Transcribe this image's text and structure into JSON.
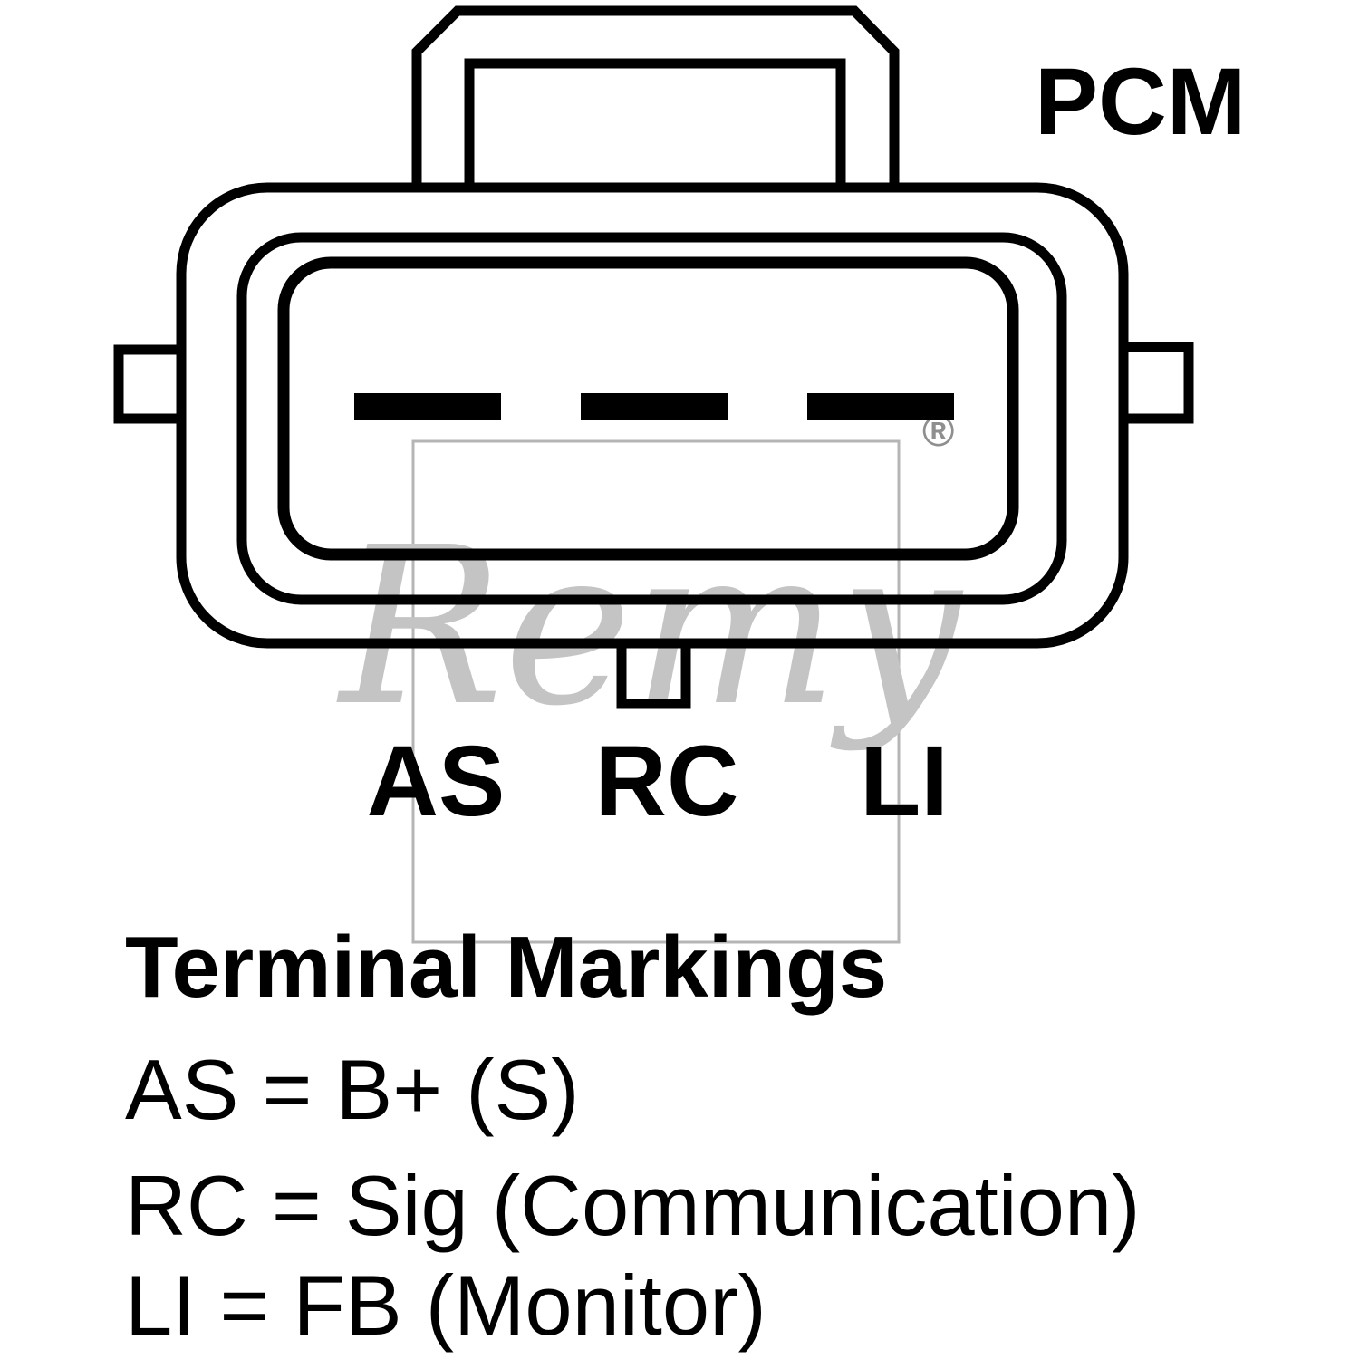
{
  "diagram": {
    "connector_label": "PCM",
    "terminal_labels": [
      "AS",
      "RC",
      "LI"
    ],
    "legend": {
      "title": "Terminal Markings",
      "entries": [
        "AS = B+ (S)",
        "RC = Sig (Communication)",
        "LI = FB (Monitor)"
      ]
    },
    "watermark": {
      "text": "Remy",
      "registered_symbol": "®",
      "color": "#c4c4c4"
    },
    "colors": {
      "line": "#000000",
      "background": "#ffffff",
      "watermark_box": "#b5b5b5"
    }
  }
}
